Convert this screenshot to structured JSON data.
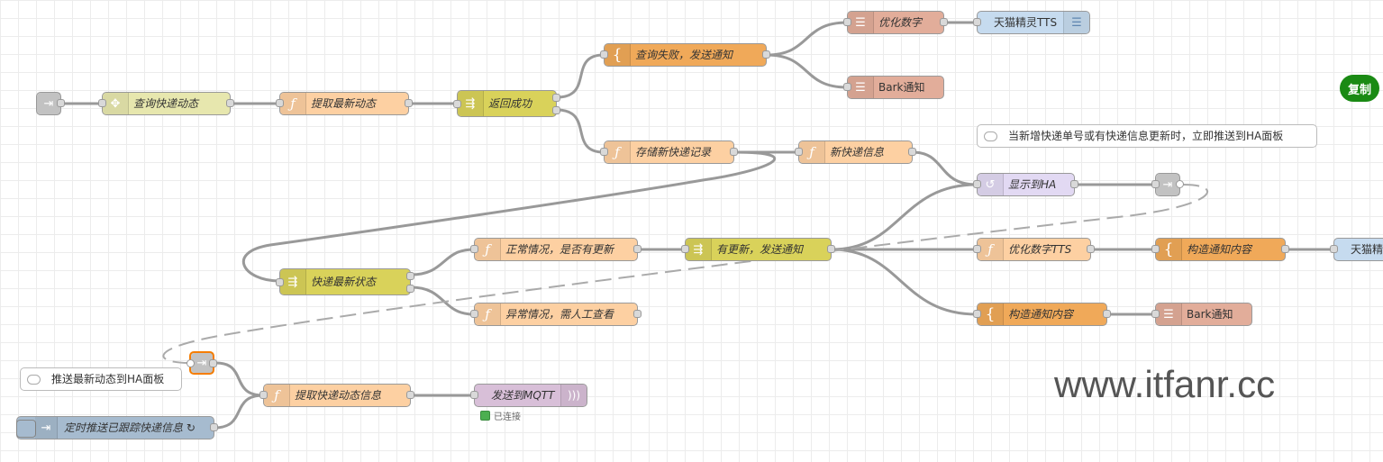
{
  "flow": {
    "row1": {
      "link_in": "",
      "http_query": "查询快递动态",
      "extract_latest": "提取最新动态",
      "switch_success": "返回成功"
    },
    "fail_branch": {
      "tmpl_fail": "查询失败，发送通知",
      "func_optimize": "优化数字",
      "tts1": "天猫精灵TTS",
      "bark1": "Bark通知"
    },
    "store_branch": {
      "store_record": "存储新快递记录",
      "new_info": "新快递信息",
      "show_ha": "显示到HA",
      "comment_ha": "当新增快递单号或有快递信息更新时，立即推送到HA面板"
    },
    "status_branch": {
      "switch_status": "快递最新状态",
      "normal": "正常情况，是否有更新",
      "abnormal": "异常情况，需人工查看",
      "switch_updated": "有更新，发送通知",
      "func_tts": "优化数字TTS",
      "tmpl_build1": "构造通知内容",
      "tts2": "天猫精",
      "tmpl_build2": "构造通知内容",
      "bark2": "Bark通知"
    },
    "bottom": {
      "comment_push": "推送最新动态到HA面板",
      "extract_info": "提取快递动态信息",
      "mqtt": "发送到MQTT",
      "mqtt_status": "已连接",
      "inject": "定时推送已跟踪快递信息",
      "inject_symbol": "↻"
    }
  },
  "copy_button": "复制",
  "watermark": "www.itfanr.cc",
  "colors": {
    "function": "#fdd0a2",
    "template": "#f0a959",
    "switch": "#d9d25a",
    "http": "#e7e7ae",
    "debug": "#e2ad9a",
    "tts": "#c6dbef",
    "ha": "#e2d9f3",
    "mqtt": "#d8bfd8",
    "inject": "#a6bbcf",
    "copy": "#1a8a14"
  }
}
